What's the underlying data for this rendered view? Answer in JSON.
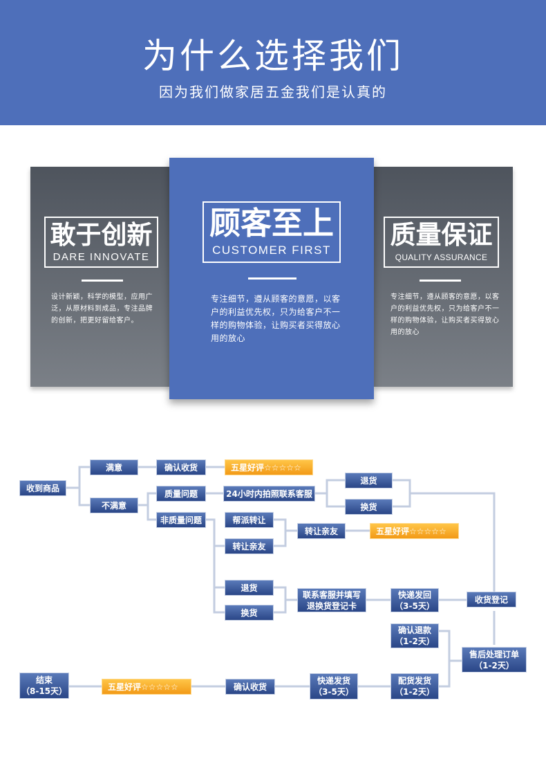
{
  "header": {
    "title": "为什么选择我们",
    "subtitle": "因为我们做家居五金我们是认真的"
  },
  "cards": {
    "left": {
      "title_zh": "敢于创新",
      "title_en": "DARE INNOVATE",
      "desc": "设计新颖，科学的模型，应用广泛，从原材料到成品，专注品牌的创新，把更好留给客户。"
    },
    "center": {
      "title_zh": "顾客至上",
      "title_en": "CUSTOMER FIRST",
      "desc": "专注细节，遵从顾客的意愿，以客户的利益优先权，只为给客户不一样的购物体验，让购买者买得放心用的放心"
    },
    "right": {
      "title_zh": "质量保证",
      "title_en": "QUALITY ASSURANCE",
      "desc": "专注细节，遵从顾客的意愿，以客户的利益优先权，只为给客户不一样的购物体验，让购买者买得放心用的放心"
    }
  },
  "flow": {
    "received": "收到商品",
    "satisfied": "满意",
    "unsatisfied": "不满意",
    "confirm_receipt": "确认收货",
    "five_star": "五星好评☆☆☆☆☆",
    "quality_issue": "质量问题",
    "non_quality_issue": "非质量问题",
    "photo_contact": "24小时内拍照联系客服",
    "return": "退货",
    "exchange": "换货",
    "help_transfer": "帮派转让",
    "transfer_friend": "转让亲友",
    "transfer_friend_2": "转让亲友",
    "five_star_2": "五星好评☆☆☆☆☆",
    "return_2": "退货",
    "exchange_2": "换货",
    "contact_fill_1": "联系客服并填写",
    "contact_fill_2": "退换货登记卡",
    "express_back_1": "快递发回",
    "express_back_2": "（3-5天）",
    "receipt_register": "收货登记",
    "confirm_refund_1": "确认退款",
    "confirm_refund_2": "（1-2天）",
    "after_sales_1": "售后处理订单",
    "after_sales_2": "（1-2天）",
    "ship_out_1": "配货发货",
    "ship_out_2": "（1-2天）",
    "express_ship_1": "快递发货",
    "express_ship_2": "（3-5天）",
    "confirm_receipt_2": "确认收货",
    "five_star_3": "五星好评☆☆☆☆☆",
    "end_1": "结束",
    "end_2": "（8-15天）"
  },
  "colors": {
    "brand_blue": "#4e6fba",
    "node_blue": "#2a4687",
    "highlight_orange": "#f29a17",
    "connector": "#c3cde0"
  }
}
